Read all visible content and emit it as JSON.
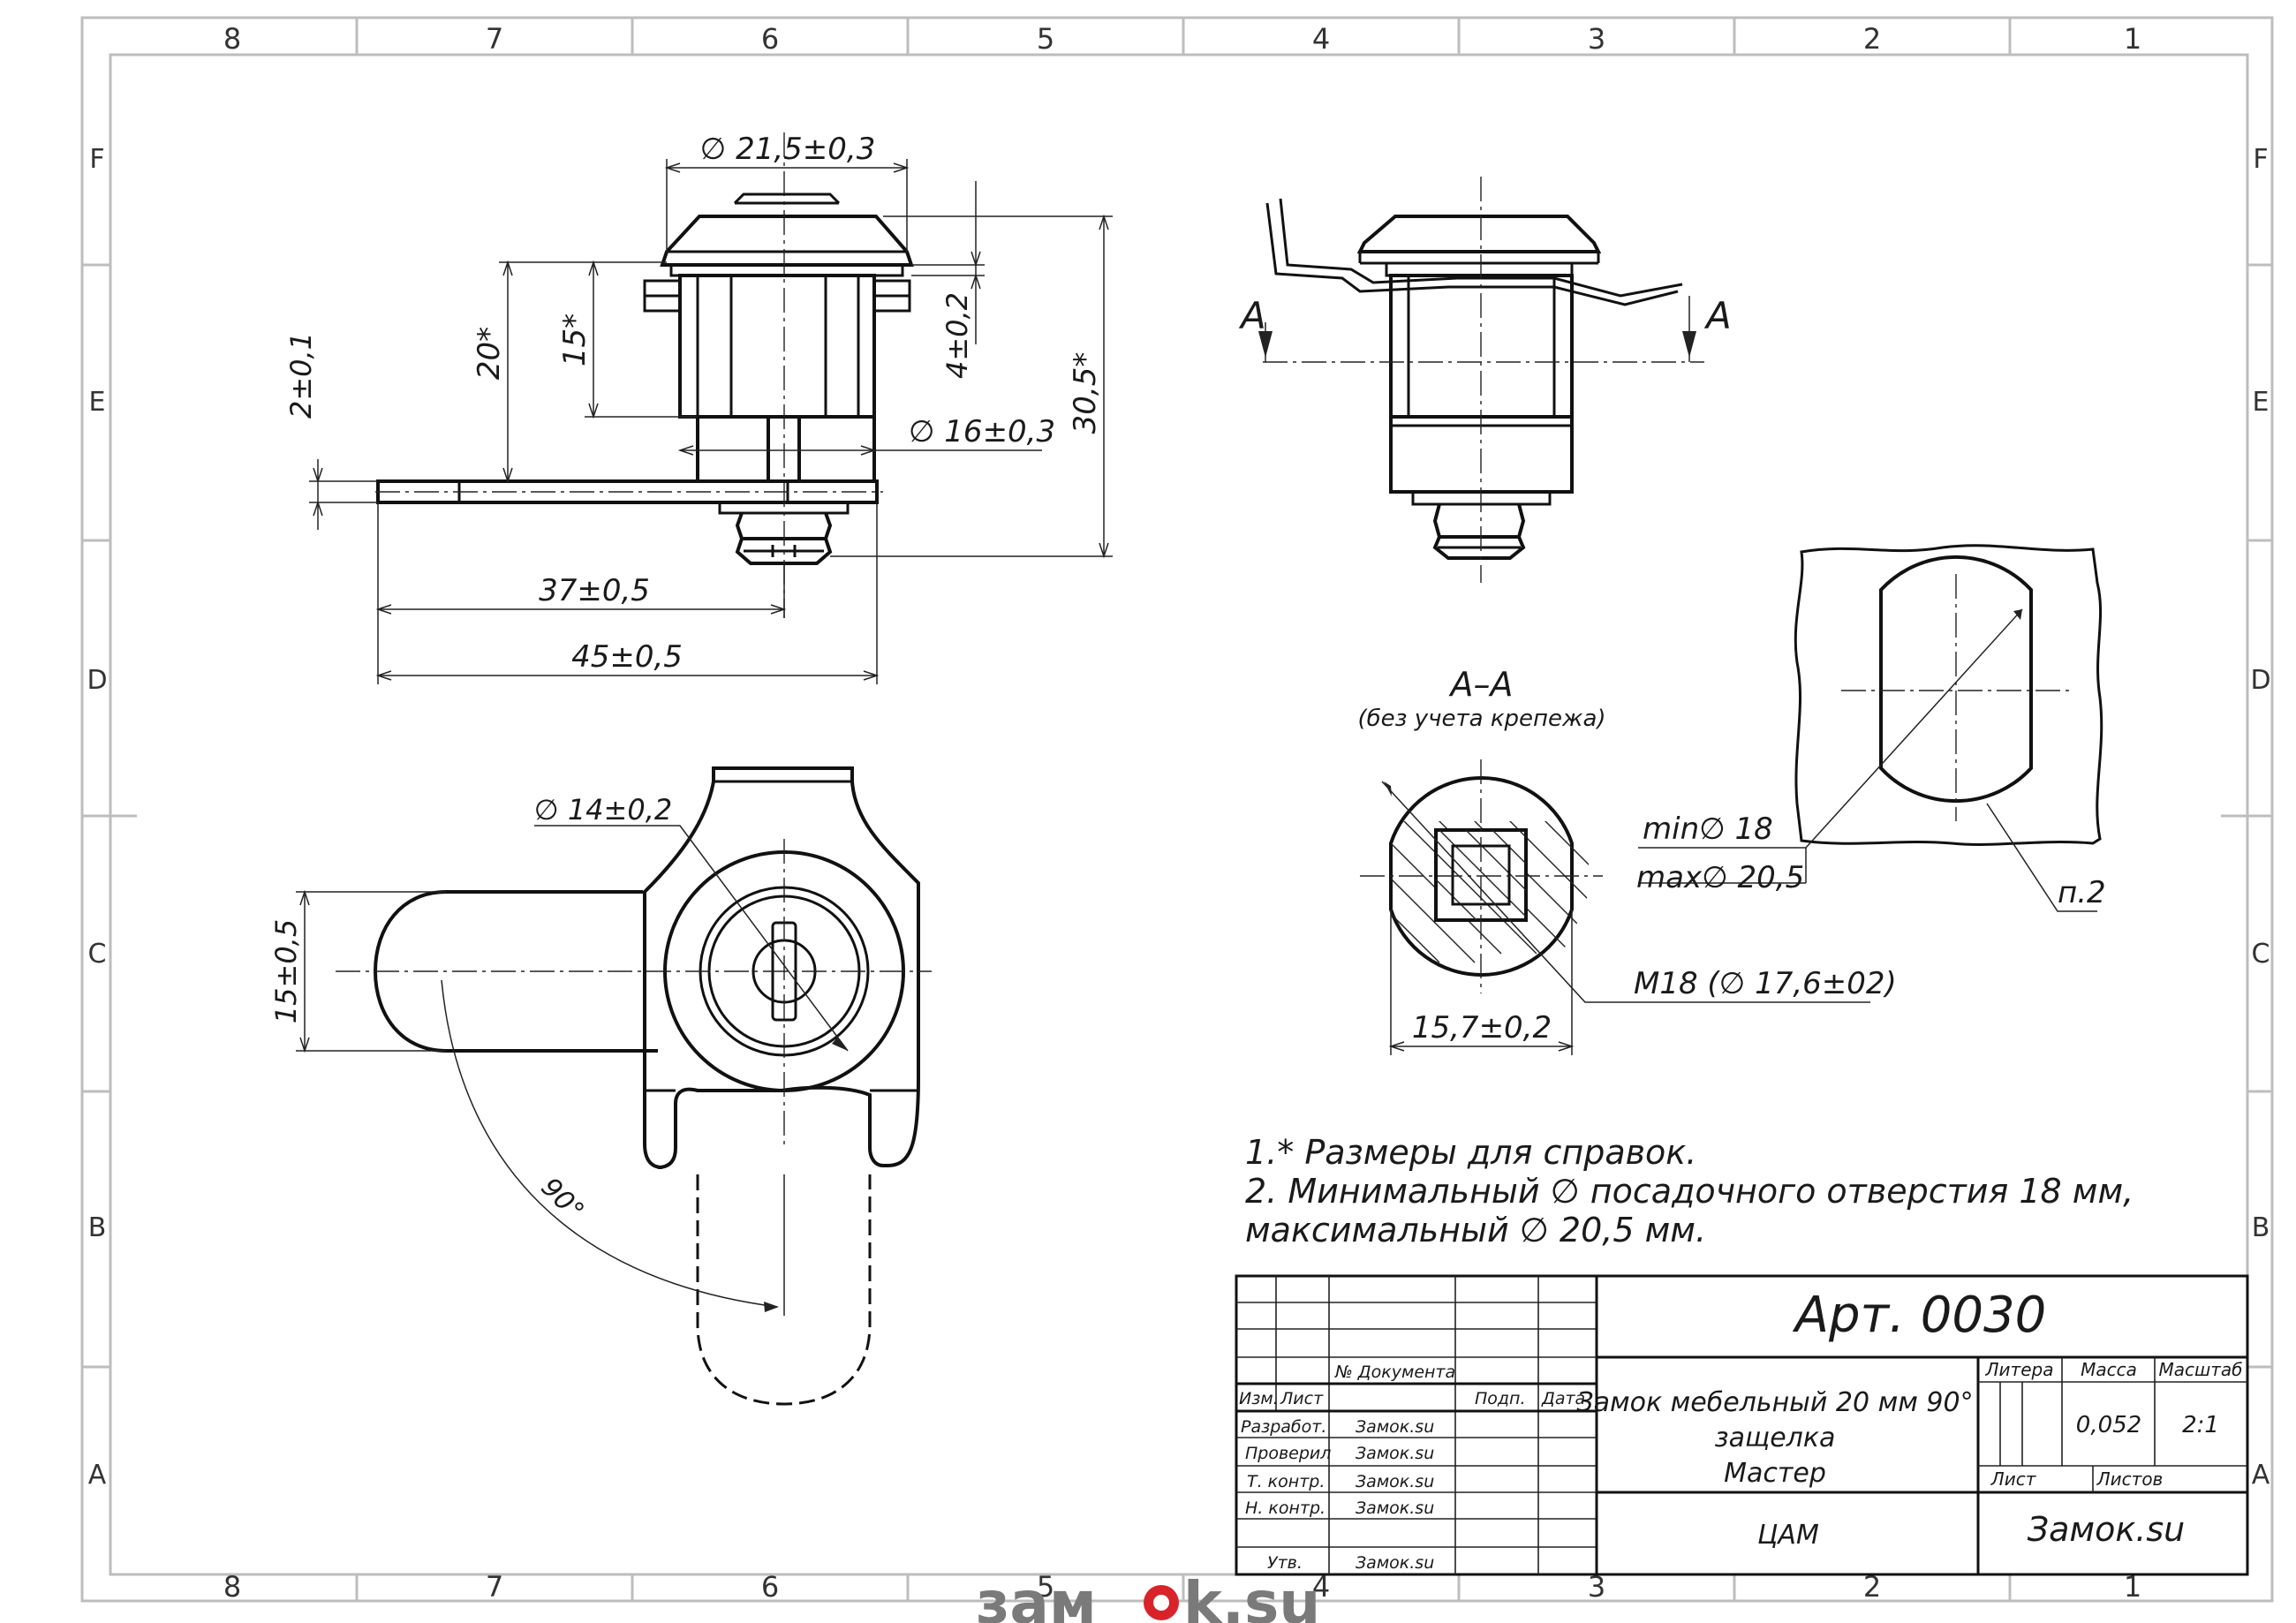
{
  "grid": {
    "columns": [
      "8",
      "7",
      "6",
      "5",
      "4",
      "3",
      "2",
      "1"
    ],
    "rows": [
      "F",
      "E",
      "D",
      "C",
      "B",
      "A"
    ]
  },
  "dimensions": {
    "d_head": "∅ 21,5±0,3",
    "d_body": "∅ 16±0,3",
    "h_4": "4±0,2",
    "h_30": "30,5*",
    "h_20": "20*",
    "h_15": "15*",
    "t_2": "2±0,1",
    "l_37": "37±0,5",
    "l_45": "45±0,5",
    "d_14": "∅ 14±0,2",
    "w_15": "15±0,5",
    "angle_90": "90°",
    "section_mark": "A",
    "section_title": "A–A",
    "section_note": "(без учета крепежа)",
    "w_157": "15,7±0,2",
    "m18": "M18  (∅ 17,6±02)",
    "min_d": "min∅  18",
    "max_d": "max∅ 20,5",
    "p2": "п.2"
  },
  "notes": [
    "1.* Размеры для справок.",
    "2. Минимальный ∅ посадочного отверстия 18 мм,",
    "максимальный ∅  20,5 мм."
  ],
  "title_block": {
    "article": "Арт. 0030",
    "name_line1": "Замок мебельный 20 мм 90°",
    "name_line2": "защелка",
    "name_line3": "Мастер",
    "material": "ЦАМ",
    "company": "Замок.su",
    "doc_number_label": "№ Документа",
    "izm": "Изм.",
    "list": "Лист",
    "podp": "Подп.",
    "data": "Дата",
    "litera": "Литера",
    "massa": "Масса",
    "masshtab": "Масштаб",
    "mass_value": "0,052",
    "scale_value": "2:1",
    "list2": "Лист",
    "listov": "Листов",
    "roles": [
      "Разработ.",
      "Проверил",
      "Т. контр.",
      "Н. контр.",
      "",
      "Утв."
    ],
    "signers": [
      "Замок.su",
      "Замок.su",
      "Замок.su",
      "Замок.su",
      "",
      "Замок.su"
    ]
  },
  "watermark": {
    "text_a": "зам",
    "text_b": "k.su",
    "accent_color": "#d9232a"
  }
}
